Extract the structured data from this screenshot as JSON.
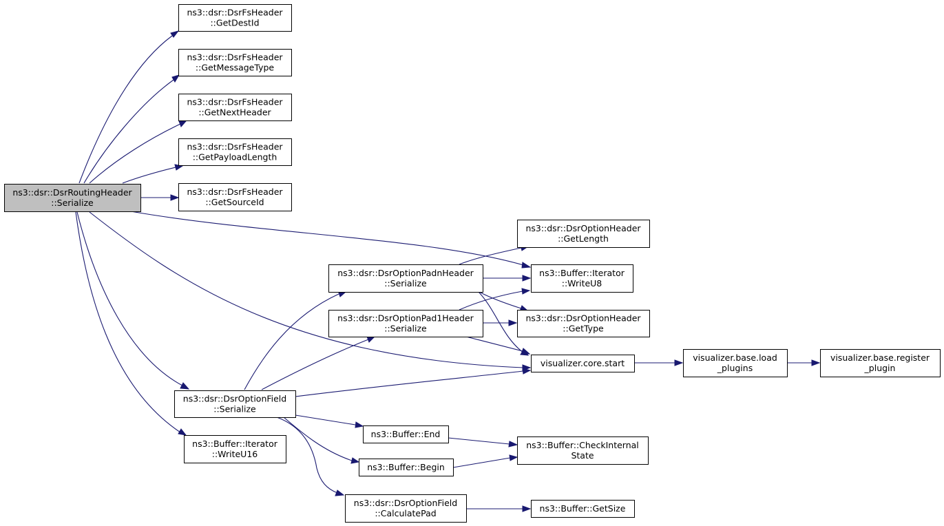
{
  "colors": {
    "edge": "#191970",
    "root_fill": "#bfbfbf",
    "node_fill": "#ffffff",
    "border": "#000000"
  },
  "nodes": {
    "root": [
      "ns3::dsr::DsrRoutingHeader",
      "::Serialize"
    ],
    "getdestid": [
      "ns3::dsr::DsrFsHeader",
      "::GetDestId"
    ],
    "getmessagetype": [
      "ns3::dsr::DsrFsHeader",
      "::GetMessageType"
    ],
    "getnextheader": [
      "ns3::dsr::DsrFsHeader",
      "::GetNextHeader"
    ],
    "getpayloadlength": [
      "ns3::dsr::DsrFsHeader",
      "::GetPayloadLength"
    ],
    "getsourceid": [
      "ns3::dsr::DsrFsHeader",
      "::GetSourceId"
    ],
    "optionfield_serialize": [
      "ns3::dsr::DsrOptionField",
      "::Serialize"
    ],
    "writeu16": [
      "ns3::Buffer::Iterator",
      "::WriteU16"
    ],
    "padn_serialize": [
      "ns3::dsr::DsrOptionPadnHeader",
      "::Serialize"
    ],
    "pad1_serialize": [
      "ns3::dsr::DsrOptionPad1Header",
      "::Serialize"
    ],
    "buffer_end": [
      "ns3::Buffer::End"
    ],
    "buffer_begin": [
      "ns3::Buffer::Begin"
    ],
    "calculatepad": [
      "ns3::dsr::DsrOptionField",
      "::CalculatePad"
    ],
    "getlength": [
      "ns3::dsr::DsrOptionHeader",
      "::GetLength"
    ],
    "writeu8": [
      "ns3::Buffer::Iterator",
      "::WriteU8"
    ],
    "gettype": [
      "ns3::dsr::DsrOptionHeader",
      "::GetType"
    ],
    "core_start": [
      "visualizer.core.start"
    ],
    "checkinternalstate": [
      "ns3::Buffer::CheckInternal",
      "State"
    ],
    "getsize": [
      "ns3::Buffer::GetSize"
    ],
    "load_plugins": [
      "visualizer.base.load",
      "_plugins"
    ],
    "register_plugin": [
      "visualizer.base.register",
      "_plugin"
    ]
  }
}
